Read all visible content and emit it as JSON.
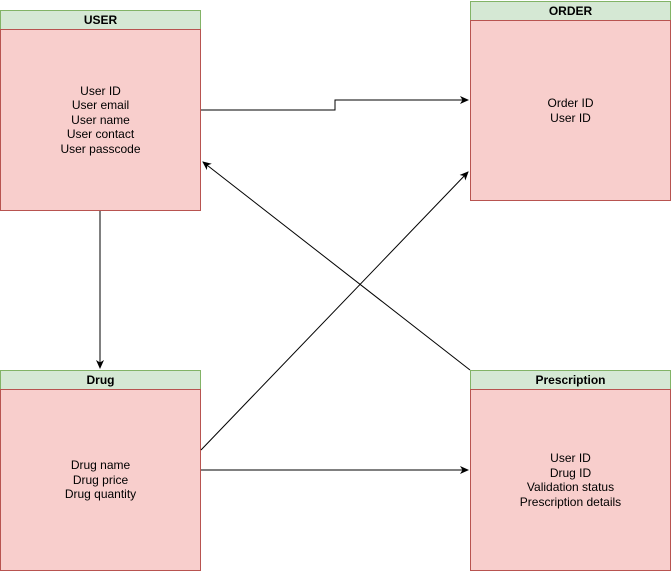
{
  "diagram": {
    "entities": {
      "user": {
        "title": "USER",
        "fields": [
          "User ID",
          "User email",
          "User name",
          "User contact",
          "User passcode"
        ]
      },
      "order": {
        "title": "ORDER",
        "fields": [
          "Order ID",
          "User ID"
        ]
      },
      "drug": {
        "title": "Drug",
        "fields": [
          "Drug name",
          "Drug price",
          "Drug quantity"
        ]
      },
      "prescription": {
        "title": "Prescription",
        "fields": [
          "User ID",
          "Drug ID",
          "Validation status",
          "Prescription details"
        ]
      }
    },
    "colors": {
      "header_fill": "#d5e8d4",
      "header_stroke": "#82b366",
      "body_fill": "#f8cecc",
      "body_stroke": "#b85450",
      "connector": "#000000"
    }
  }
}
